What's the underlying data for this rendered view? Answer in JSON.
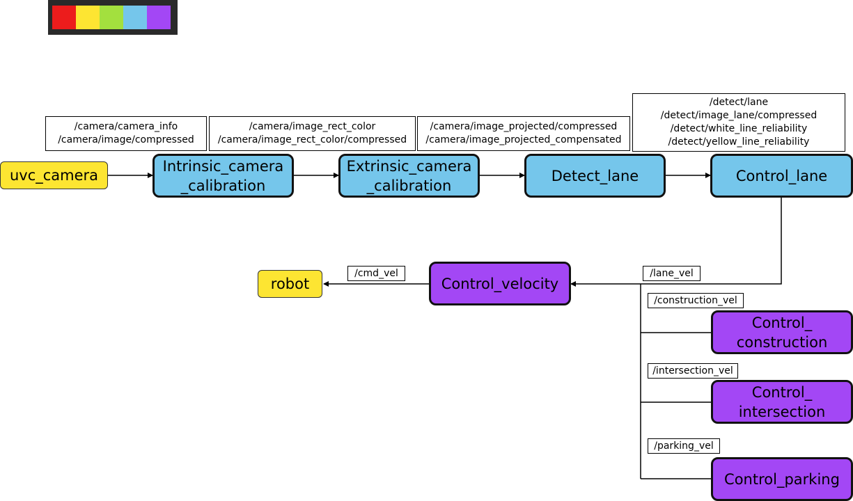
{
  "legend": {
    "colors": [
      "#ec1c1c",
      "#fde532",
      "#a3e03e",
      "#75c6eb",
      "#a347f5"
    ]
  },
  "colors": {
    "input_node": "#fde532",
    "processing_node": "#75c6eb",
    "control_node": "#a347f5"
  },
  "nodes": {
    "uvc_camera": "uvc_camera",
    "intrinsic": [
      "Intrinsic_camera",
      "_calibration"
    ],
    "extrinsic": [
      "Extrinsic_camera",
      "_calibration"
    ],
    "detect_lane": "Detect_lane",
    "control_lane": "Control_lane",
    "control_velocity": "Control_velocity",
    "robot": "robot",
    "control_construction": [
      "Control_",
      "construction"
    ],
    "control_intersection": [
      "Control_",
      "intersection"
    ],
    "control_parking": "Control_parking"
  },
  "topics": {
    "camera_out": [
      "/camera/camera_info",
      "/camera/image/compressed"
    ],
    "intrinsic_out": [
      "/camera/image_rect_color",
      "/camera/image_rect_color/compressed"
    ],
    "extrinsic_out": [
      "/camera/image_projected/compressed",
      "/camera/image_projected_compensated"
    ],
    "detect_out": [
      "/detect/lane",
      "/detect/image_lane/compressed",
      "/detect/white_line_reliability",
      "/detect/yellow_line_reliability"
    ],
    "cmd_vel": "/cmd_vel",
    "lane_vel": "/lane_vel",
    "construction_vel": "/construction_vel",
    "intersection_vel": "/intersection_vel",
    "parking_vel": "/parking_vel"
  }
}
